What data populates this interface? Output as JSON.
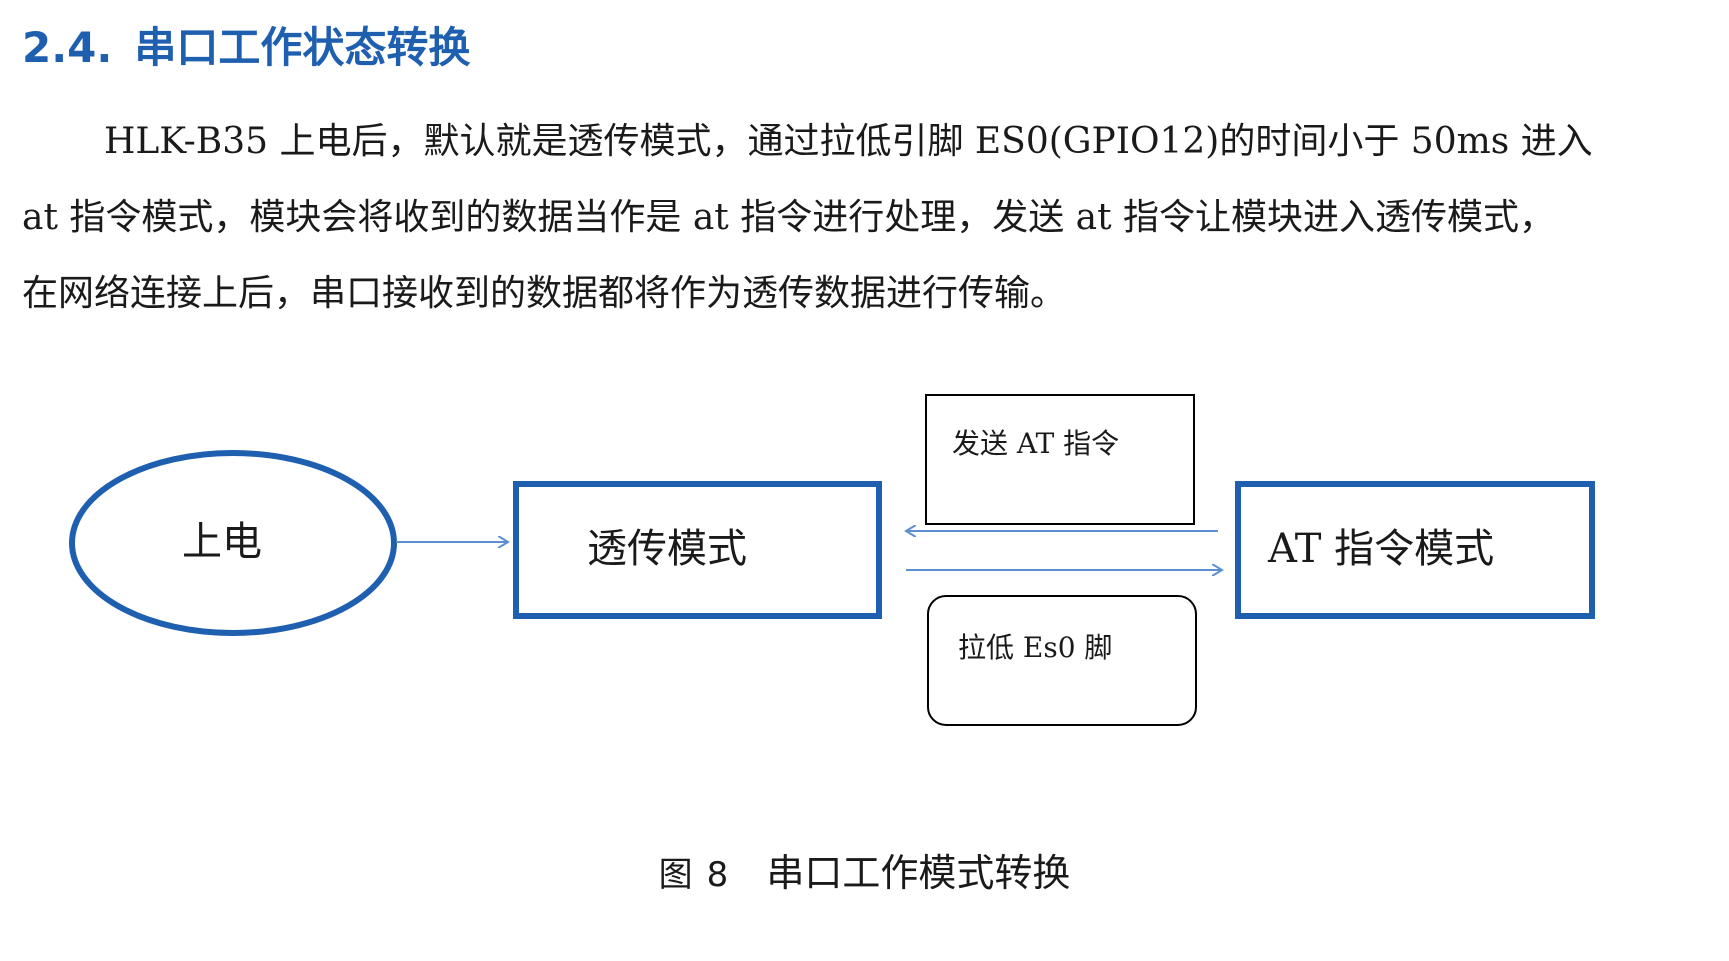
{
  "section": {
    "number": "2.4.",
    "title": "串口工作状态转换"
  },
  "paragraph": {
    "lines": [
      "HLK-B35 上电后，默认就是透传模式，通过拉低引脚 ES0(GPIO12)的时间小于 50ms 进入",
      "at 指令模式，模块会将收到的数据当作是 at 指令进行处理，发送 at 指令让模块进入透传模式，",
      "在网络连接上后，串口接收到的数据都将作为透传数据进行传输。"
    ]
  },
  "diagram": {
    "power_on": "上电",
    "passthrough_mode": "透传模式",
    "at_mode": "AT 指令模式",
    "send_at_label": "发送 AT 指令",
    "pull_low_label": "拉低 Es0 脚",
    "colors": {
      "node_border": "#1f5fb0",
      "arrow": "#5b8fd0",
      "label_box_border": "#000000"
    }
  },
  "caption": {
    "label": "图",
    "number": "8",
    "text": "串口工作模式转换"
  }
}
